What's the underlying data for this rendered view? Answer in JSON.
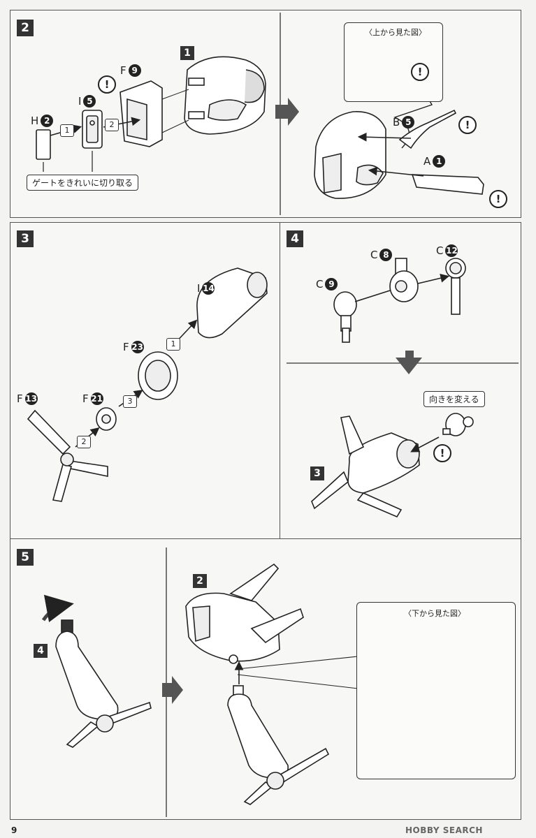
{
  "steps": {
    "s2": {
      "number": "2",
      "parts": {
        "one": {
          "letter": "",
          "num": "1"
        },
        "f9": {
          "letter": "F",
          "num": "9"
        },
        "i5": {
          "letter": "I",
          "num": "5"
        },
        "h2": {
          "letter": "H",
          "num": "2"
        },
        "b5": {
          "letter": "B",
          "num": "5"
        },
        "a1": {
          "letter": "A",
          "num": "1"
        }
      },
      "order": [
        "1",
        "2"
      ],
      "gate_note": "ゲートをきれいに切り取る",
      "top_view_caption": "〈上から見た図〉"
    },
    "s3": {
      "number": "3",
      "parts": {
        "i14": {
          "letter": "I",
          "num": "14"
        },
        "f23": {
          "letter": "F",
          "num": "23"
        },
        "f21": {
          "letter": "F",
          "num": "21"
        },
        "f13": {
          "letter": "F",
          "num": "13"
        }
      },
      "order": [
        "1",
        "3",
        "2"
      ]
    },
    "s4": {
      "number": "4",
      "parts": {
        "c8": {
          "letter": "C",
          "num": "8"
        },
        "c12": {
          "letter": "C",
          "num": "12"
        },
        "c9": {
          "letter": "C",
          "num": "9"
        }
      },
      "rotate_note": "向きを変える",
      "ref_step": "3"
    },
    "s5": {
      "number": "5",
      "ref_step_a": "4",
      "ref_step_b": "2",
      "bottom_view_caption": "〈下から見た図〉"
    }
  },
  "warning_symbol": "!",
  "page_number": "9",
  "watermark": "HOBBY SEARCH",
  "colors": {
    "ink": "#222222",
    "paper": "#f7f7f5",
    "arrow": "#555555",
    "dark_part": "#3a3a3a"
  }
}
